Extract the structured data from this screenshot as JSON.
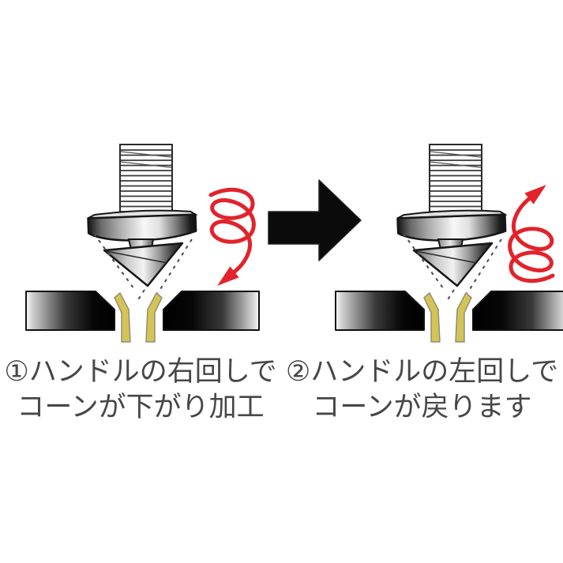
{
  "diagram": {
    "steps": [
      {
        "caption_line1": "①ハンドルの右回しで",
        "caption_line2": "コーンが下がり加工",
        "rotation_icon": "spiral-arrow-clockwise-down"
      },
      {
        "caption_line1": "②ハンドルの左回しで",
        "caption_line2": "コーンが戻ります",
        "rotation_icon": "spiral-arrow-counterclockwise-up"
      }
    ],
    "icons": {
      "between_steps": "right-arrow"
    }
  },
  "colors": {
    "background": "#ffffff",
    "spiral_red": "#e2232b",
    "burr_yellow": "#d5c355",
    "arrow_black": "#0b0b0b",
    "text_gray": "#474747"
  }
}
